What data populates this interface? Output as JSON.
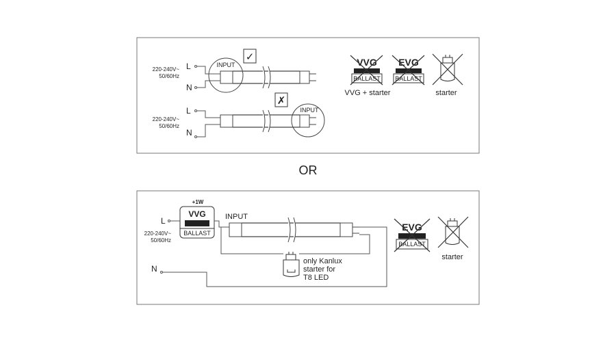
{
  "separator": "OR",
  "top_panel": {
    "row1": {
      "voltage": "220-240V~",
      "frequency": "50/60Hz",
      "live": "L",
      "neutral": "N",
      "input_label": "INPUT",
      "mark": "✓"
    },
    "row2": {
      "voltage": "220-240V~",
      "frequency": "50/60Hz",
      "live": "L",
      "neutral": "N",
      "input_label": "INPUT",
      "mark": "✗"
    },
    "vvg_symbol": {
      "brand": "VVG",
      "ballast": "BALLAST",
      "caption": "VVG + starter"
    },
    "evg_symbol": {
      "brand": "EVG",
      "ballast": "BALLAST"
    },
    "starter_symbol": {
      "caption": "starter"
    }
  },
  "bottom_panel": {
    "voltage": "220-240V~",
    "frequency": "50/60Hz",
    "live": "L",
    "neutral": "N",
    "input_label": "INPUT",
    "ballast_box": {
      "power": "+1W",
      "brand": "VVG",
      "ballast": "BALLAST"
    },
    "starter_note": [
      "only Kanlux",
      "starter for",
      "T8 LED"
    ],
    "evg_symbol": {
      "brand": "EVG",
      "ballast": "BALLAST"
    },
    "starter_symbol": {
      "caption": "starter"
    }
  }
}
